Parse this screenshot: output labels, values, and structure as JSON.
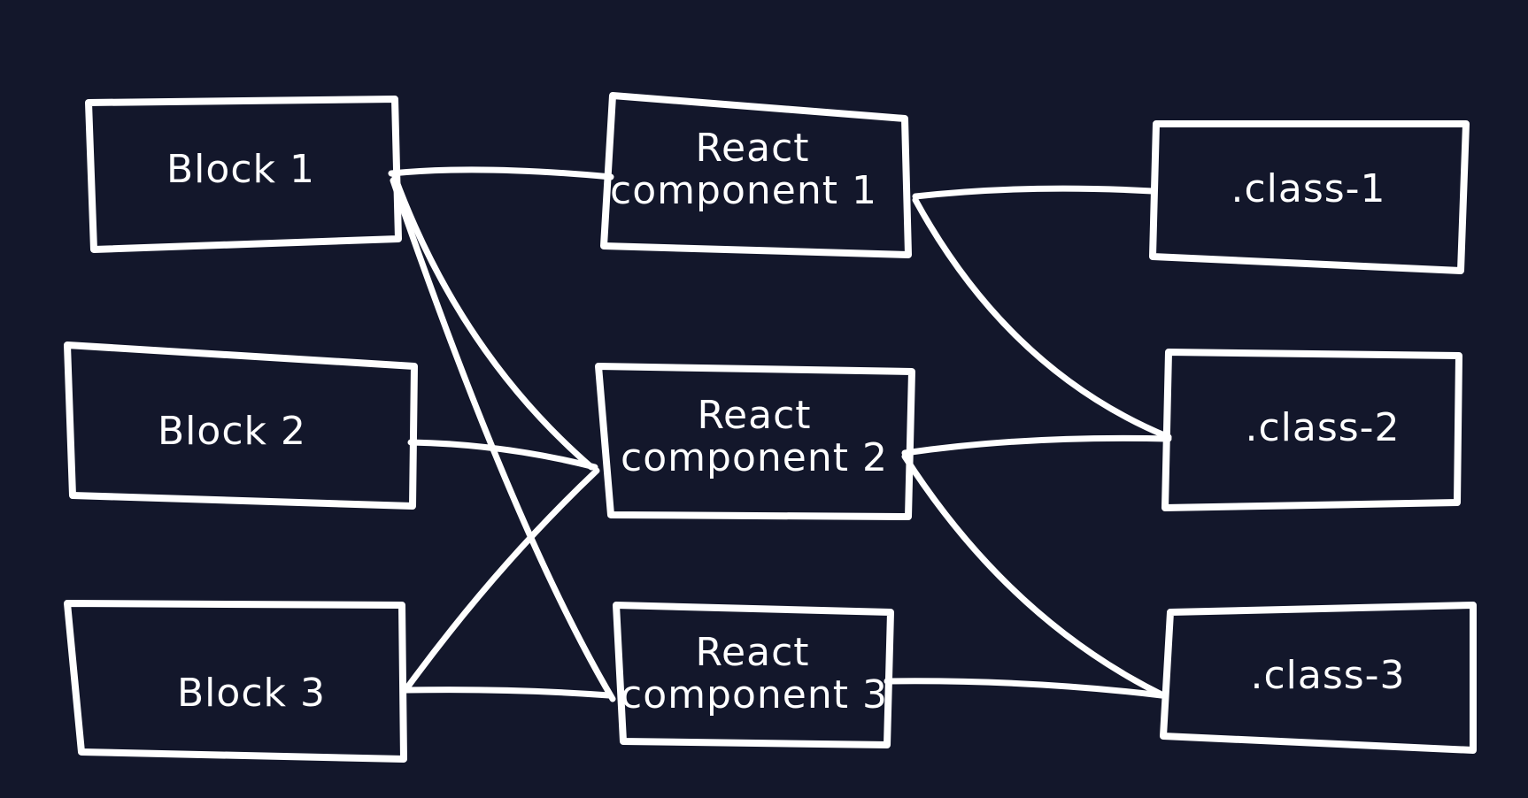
{
  "colors": {
    "background": "#13172b",
    "stroke": "#ffffff",
    "text": "#ffffff"
  },
  "nodes": [
    {
      "id": "block-1",
      "lines": [
        "Block 1"
      ]
    },
    {
      "id": "block-2",
      "lines": [
        "Block 2"
      ]
    },
    {
      "id": "block-3",
      "lines": [
        "Block 3"
      ]
    },
    {
      "id": "react-component-1",
      "lines": [
        "React",
        "component 1"
      ]
    },
    {
      "id": "react-component-2",
      "lines": [
        "React",
        "component 2"
      ]
    },
    {
      "id": "react-component-3",
      "lines": [
        "React",
        "component 3"
      ]
    },
    {
      "id": "class-1",
      "lines": [
        ".class-1"
      ]
    },
    {
      "id": "class-2",
      "lines": [
        ".class-2"
      ]
    },
    {
      "id": "class-3",
      "lines": [
        ".class-3"
      ]
    }
  ],
  "edges": [
    {
      "from": "block-1",
      "to": "react-component-1"
    },
    {
      "from": "block-1",
      "to": "react-component-2"
    },
    {
      "from": "block-1",
      "to": "react-component-3"
    },
    {
      "from": "block-2",
      "to": "react-component-2"
    },
    {
      "from": "block-3",
      "to": "react-component-2"
    },
    {
      "from": "block-3",
      "to": "react-component-3"
    },
    {
      "from": "react-component-1",
      "to": "class-1"
    },
    {
      "from": "react-component-1",
      "to": "class-2"
    },
    {
      "from": "react-component-2",
      "to": "class-2"
    },
    {
      "from": "react-component-2",
      "to": "class-3"
    },
    {
      "from": "react-component-3",
      "to": "class-3"
    }
  ]
}
